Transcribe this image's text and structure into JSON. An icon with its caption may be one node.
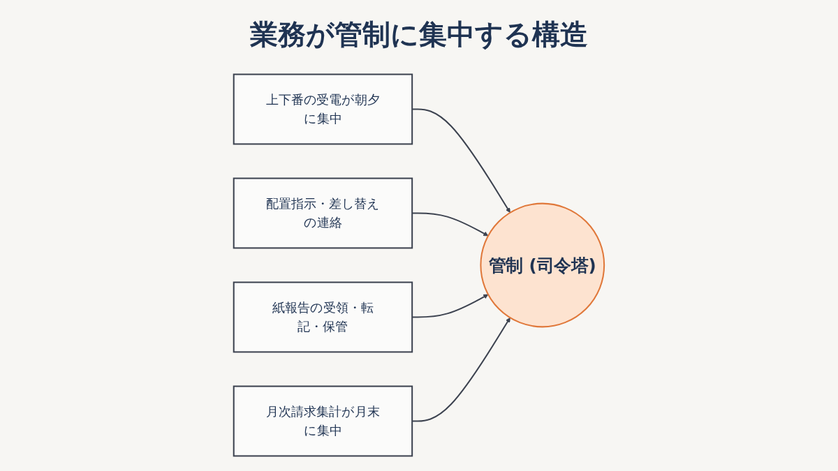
{
  "diagram": {
    "title": "業務が管制に集中する構造",
    "nodes": [
      {
        "text": [
          "上下番の受電が朝夕に集中"
        ]
      },
      {
        "text": [
          "配置指示・差し替えの連絡"
        ]
      },
      {
        "text": [
          "管制 (司令塔)"
        ]
      },
      {
        "text": [
          "紙報告の受領・転記・保管"
        ]
      },
      {
        "text": [
          "月次請求集計が月末に集中"
        ]
      }
    ],
    "edges": [
      {
        "from": 0,
        "to": 2,
        "arrow": "to"
      },
      {
        "from": 1,
        "to": 2,
        "arrow": "to"
      },
      {
        "from": 3,
        "to": 2,
        "arrow": "to"
      },
      {
        "from": 4,
        "to": 2,
        "arrow": "to"
      }
    ]
  }
}
